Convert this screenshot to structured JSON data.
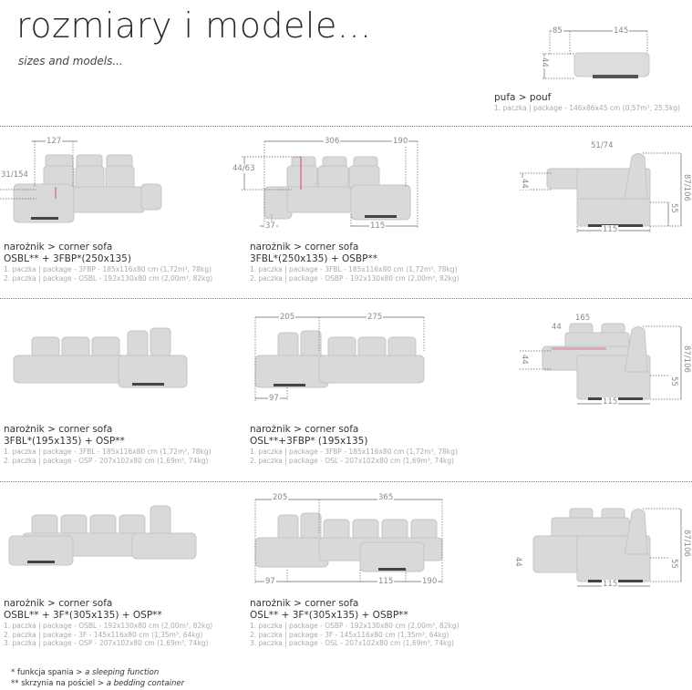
{
  "header": {
    "title": "rozmiary i modele...",
    "subtitle": "sizes and models..."
  },
  "pouf": {
    "name": "pufa > pouf",
    "packages": [
      "1. paczka | package - 146x86x45 cm (0,57m³, 25,5kg)"
    ],
    "dims": {
      "depth": "85",
      "width": "145",
      "height": "44"
    }
  },
  "rows": [
    {
      "items": [
        {
          "type": "narożnik > corner sofa",
          "model": "OSBL** + 3FBP*(250x135)",
          "packages": [
            "1. paczka | package - 3FBP - 185x116x80 cm (1,72m³, 78kg)",
            "2. paczka | package - OSBL - 192x130x80 cm (2,00m³, 82kg)"
          ],
          "dims": {
            "top": "127",
            "left": "31/154"
          }
        },
        {
          "type": "narożnik > corner sofa",
          "model": "3FBL*(250x135) + OSBP**",
          "packages": [
            "1. paczka | package - 3FBL - 185x116x80 cm (1,72m³, 78kg)",
            "2. paczka | package - OSBP - 192x130x80 cm (2,00m³, 82kg)"
          ],
          "dims": {
            "top": "306",
            "top_right": "190",
            "left": "44/63",
            "bottom_left": "37",
            "bottom_right": "115"
          }
        }
      ],
      "side": {
        "top": "51/74",
        "left": "44",
        "right": "87/106",
        "inner": "55",
        "bottom": "115"
      }
    },
    {
      "items": [
        {
          "type": "narożnik > corner sofa",
          "model": "3FBL*(195x135) + OSP**",
          "packages": [
            "1. paczka | package - 3FBL - 185x116x80 cm (1,72m³, 78kg)",
            "2. paczka | package - OSP - 207x102x80 cm (1,69m³, 74kg)"
          ]
        },
        {
          "type": "narożnik > corner sofa",
          "model": "OSL**+3FBP* (195x135)",
          "packages": [
            "1. paczka | package - 3FBP - 185x116x80 cm (1,72m³, 78kg)",
            "2. paczka | package - OSL - 207x102x80 cm (1,69m³, 74kg)"
          ],
          "dims": {
            "top_left": "205",
            "top": "275",
            "bottom_left": "97"
          }
        }
      ],
      "side": {
        "top": "165",
        "top_inner": "44",
        "left": "44",
        "right": "87/106",
        "inner": "55",
        "bottom": "115"
      }
    },
    {
      "items": [
        {
          "type": "narożnik > corner sofa",
          "model": "OSBL** + 3F*(305x135) + OSP**",
          "packages": [
            "1. paczka | package - OSBL - 192x130x80 cm (2,00m³, 82kg)",
            "2. paczka | package - 3F - 145x116x80 cm (1,35m³, 64kg)",
            "3. paczka | package - OSP - 207x102x80 cm (1,69m³, 74kg)"
          ]
        },
        {
          "type": "narożnik > corner sofa",
          "model": "OSL** + 3F*(305x135) + OSBP**",
          "packages": [
            "1. paczka | package - OSBP - 192x130x80 cm (2,00m³, 82kg)",
            "2. paczka | package - 3F - 145x116x80 cm (1,35m³, 64kg)",
            "3. paczka | package - OSL - 207x102x80 cm (1,69m³, 74kg)"
          ],
          "dims": {
            "top_left": "205",
            "top": "365",
            "bottom_left": "97",
            "bottom_mid": "115",
            "bottom_right": "190"
          }
        }
      ],
      "side": {
        "left": "44",
        "right": "87/106",
        "inner": "55",
        "bottom": "115"
      }
    }
  ],
  "footnotes": [
    {
      "mark": "* funkcja spania > ",
      "text": "a sleeping function"
    },
    {
      "mark": "** skrzynia na pościel > ",
      "text": "a bedding container"
    }
  ],
  "colors": {
    "fabric": "#d8d9d9",
    "accent_line": "#e0457b"
  }
}
